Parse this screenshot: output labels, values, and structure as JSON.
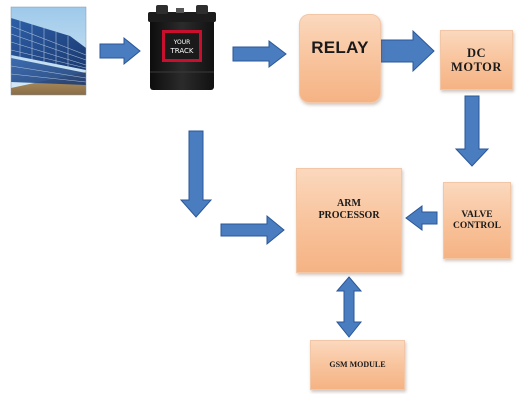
{
  "blocks": {
    "relay": "RELAY",
    "dc_motor": "DC\nMOTOR",
    "arm_processor": "ARM\nPROCESSOR",
    "valve_control": "VALVE\nCONTROL",
    "gsm_module": "GSM MODULE"
  },
  "images": {
    "solar_panel": "solar-panel",
    "battery": "battery"
  },
  "colors": {
    "arrow_fill": "#4a7cc0",
    "arrow_stroke": "#2b5797",
    "block_fill": "#f8c29a",
    "battery_label": "#c8102e"
  }
}
